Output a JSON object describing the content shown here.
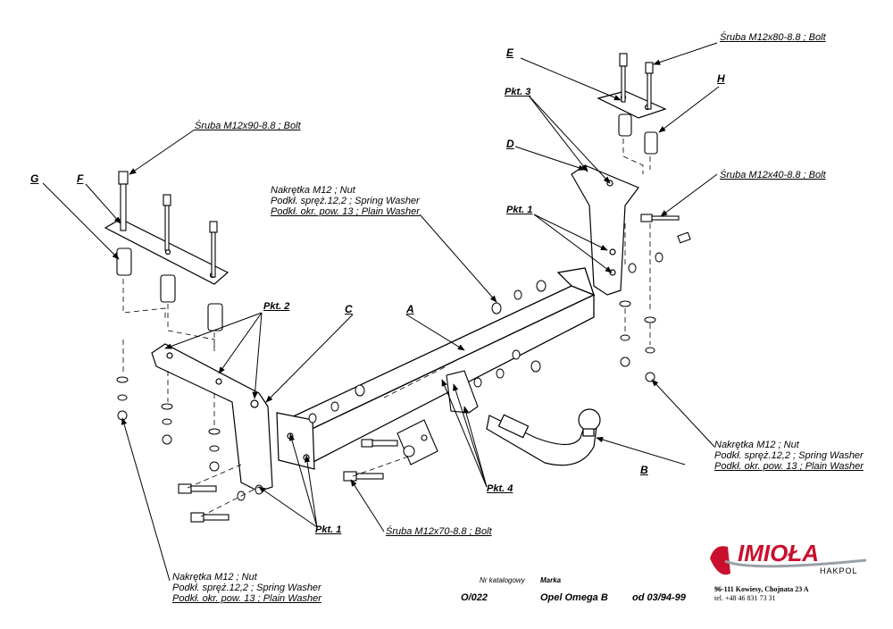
{
  "labels": {
    "bolt_m12x80": "Śruba M12x80-8.8 ;  Bolt",
    "bolt_m12x90": "Śruba M12x90-8.8 ;  Bolt",
    "bolt_m12x40": "Śruba M12x40-8.8 ;  Bolt",
    "bolt_m12x70": "Śruba M12x70-8.8 ;  Bolt",
    "nut_top": [
      "Nakrętka  M12 ; Nut",
      "Podkł. spręż.12,2 ; Spring Washer",
      "Podkł. okr. pow. 13 ; Plain Washer"
    ],
    "nut_right": [
      "Nakrętka  M12 ; Nut",
      "Podkł. spręż.12,2 ; Spring Washer",
      "Podkł. okr. pow. 13 ; Plain Washer"
    ],
    "nut_bottom_left": [
      "Nakrętka  M12 ; Nut",
      "Podkł. spręż.12,2 ; Spring Washer",
      "Podkł. okr. pow. 13 ; Plain Washer"
    ]
  },
  "letters": {
    "A": "A",
    "B": "B",
    "C": "C",
    "D": "D",
    "E": "E",
    "F": "F",
    "G": "G",
    "H": "H"
  },
  "points": {
    "pkt1_top": "Pkt. 1",
    "pkt1_bottom": "Pkt. 1",
    "pkt2": "Pkt. 2",
    "pkt3": "Pkt. 3",
    "pkt4": "Pkt. 4"
  },
  "footer": {
    "catalog_label": "Nr katalogowy",
    "catalog_value": "O/022",
    "brand_label": "Marka",
    "brand_value": "Opel Omega B",
    "date_value": "od  03/94-99"
  },
  "company": {
    "logo_text": "IMIOŁA",
    "logo_sub": "HAKPOL",
    "address": "96-111 Kowiesy, Chojnata 23 A",
    "phone": "tel. +48 46 831 73 31"
  }
}
